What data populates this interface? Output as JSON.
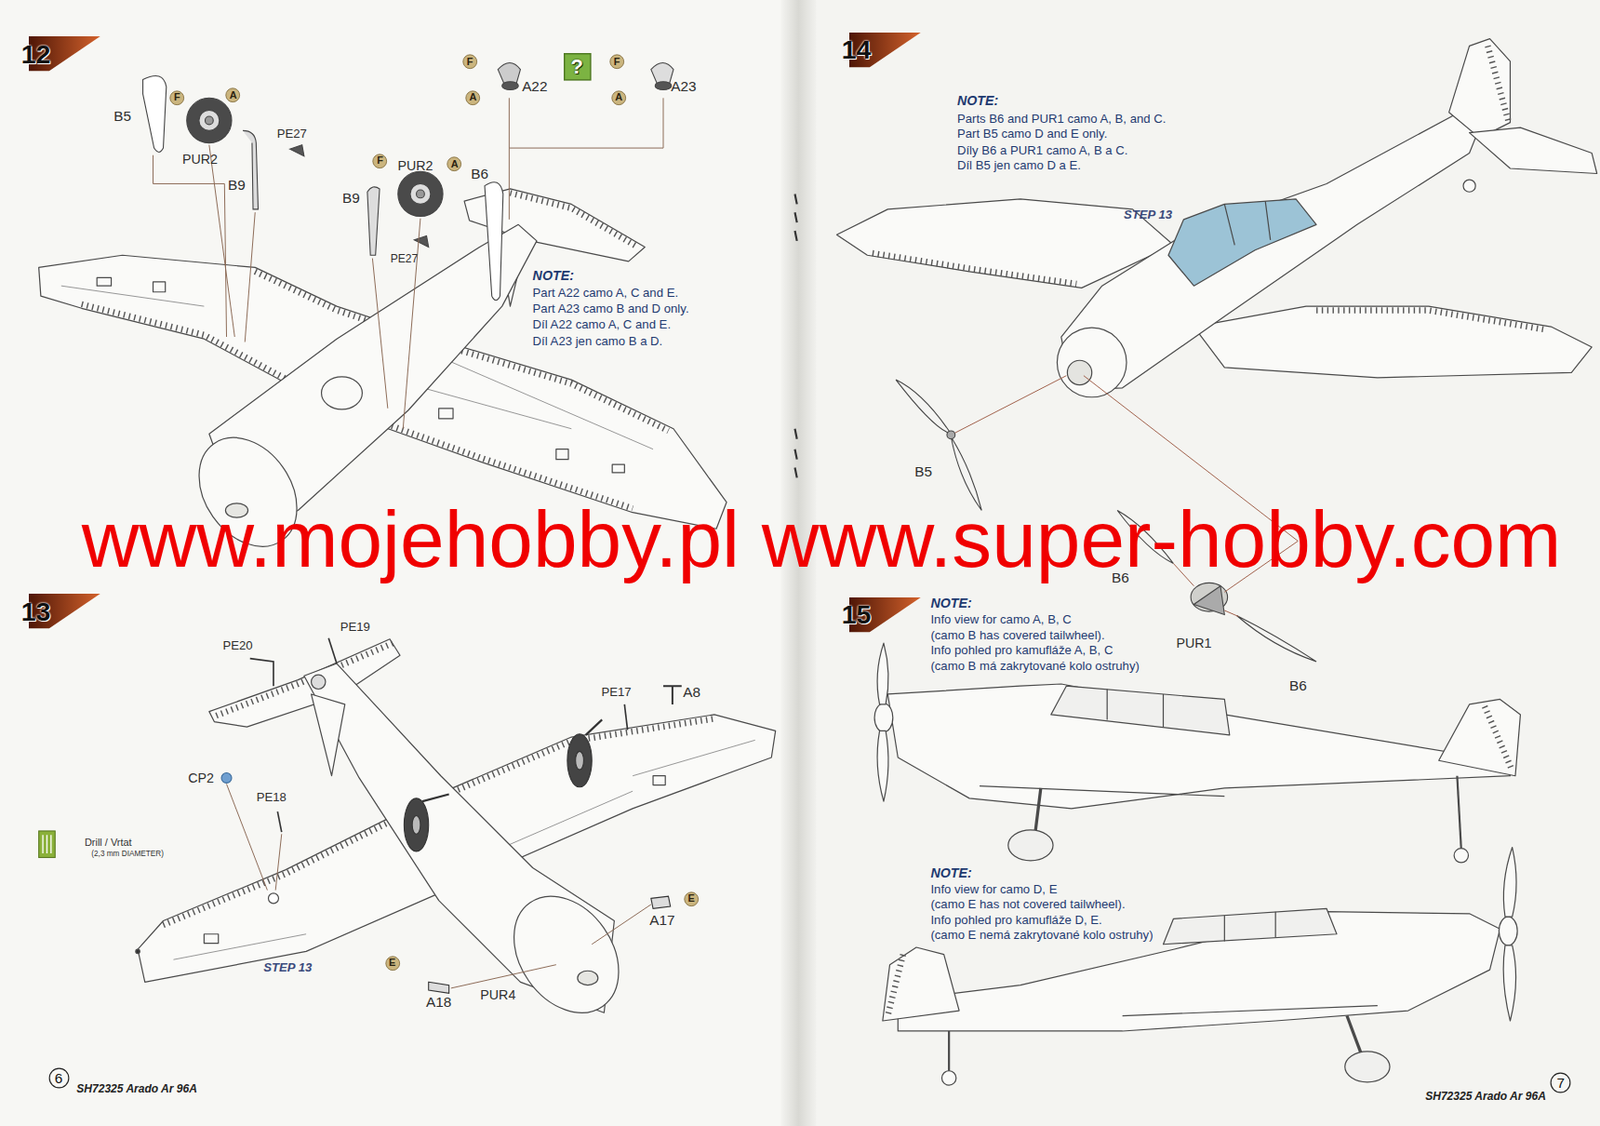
{
  "diagram": {
    "nodes": [
      {
        "text": [
          "12"
        ]
      },
      {
        "text": [
          "F"
        ]
      },
      {
        "text": [
          "A"
        ]
      },
      {
        "text": [
          "F"
        ]
      },
      {
        "text": [
          "A"
        ]
      },
      {
        "text": [
          "?"
        ]
      },
      {
        "text": [
          "F"
        ]
      },
      {
        "text": [
          "A"
        ]
      },
      {
        "text": [
          "F"
        ]
      },
      {
        "text": [
          "A"
        ]
      },
      {
        "text": [
          "13"
        ]
      },
      {
        "text": [
          "E"
        ]
      },
      {
        "text": [
          "E"
        ]
      },
      {
        "text": [
          "6"
        ]
      },
      {
        "text": [
          "14"
        ]
      },
      {
        "text": [
          "15"
        ]
      },
      {
        "text": [
          "7"
        ]
      }
    ],
    "labels": [
      "B5",
      "PUR2",
      "PE27",
      "B9",
      "A22",
      "A23",
      "PUR2",
      "B6",
      "B9",
      "PE27",
      "NOTE:",
      "Part A22 camo A, C and E.",
      "Part A23 camo B and D only.",
      "Díl A22 camo A, C and E.",
      "Díl A23 jen camo B a D.",
      "www.mojehobby.pl www.super-hobby.com",
      "PE20",
      "PE19",
      "PE17",
      "A8",
      "CP2",
      "PE18",
      "Drill / Vrtat",
      "(2,3 mm DIAMETER)",
      "STEP 13",
      "A17",
      "A18",
      "PUR4",
      "SH72325 Arado Ar 96A",
      "NOTE:",
      "Parts B6 and PUR1 camo A, B, and C.",
      "Part B5 camo D and E only.",
      "Díly B6 a PUR1 camo A, B a C.",
      "Díl B5 jen camo D a E.",
      "STEP 13",
      "B5",
      "B6",
      "PUR1",
      "B6",
      "NOTE:",
      "Info view for camo A, B, C",
      "(camo B has covered tailwheel).",
      "Info pohled pro kamufláže A, B, C",
      "(camo B má zakrytované kolo ostruhy)",
      "NOTE:",
      "Info view for camo D, E",
      "(camo E has not covered tailwheel).",
      "Info pohled pro kamufláže D, E.",
      "(camo E nemá zakrytované kolo ostruhy)",
      "SH72325 Arado Ar 96A"
    ]
  }
}
